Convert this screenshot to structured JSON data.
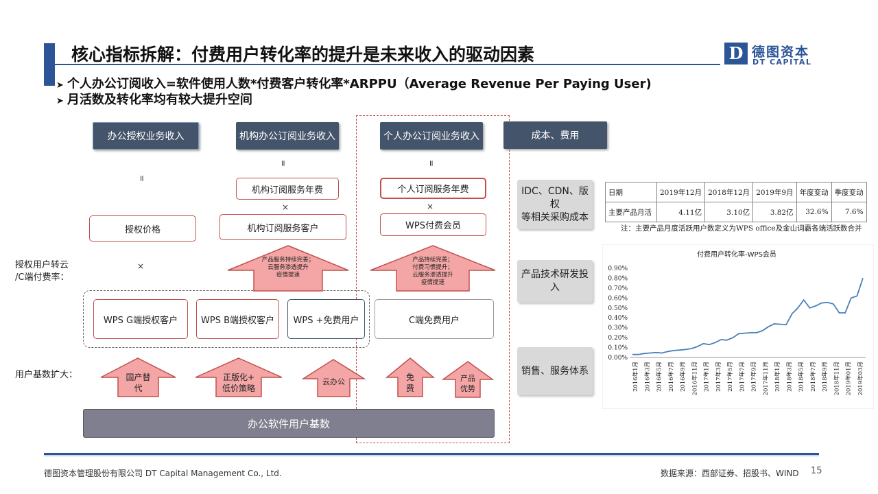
{
  "header": {
    "title": "核心指标拆解：付费用户转化率的提升是未来收入的驱动因素",
    "logo_mark": "D",
    "logo_cn": "德图资本",
    "logo_en": "DT CAPITAL"
  },
  "bullets": [
    "个人办公订阅收入=软件使用人数*付费客户转化率*ARPPU（Average Revenue Per Paying User)",
    "月活数及转化率均有较大提升空间"
  ],
  "diagram": {
    "headers": [
      "办公授权业务收入",
      "机构办公订阅业务收入",
      "个人办公订阅业务收入",
      "成本、费用"
    ],
    "eq": "=",
    "times": "×",
    "org_fee": "机构订阅服务年费",
    "personal_fee": "个人订阅服务年费",
    "license_price": "授权价格",
    "org_customers": "机构订阅服务客户",
    "wps_member": "WPS付费会员",
    "left_label_conv": "授权用户转云\n/C端付费率：",
    "left_label_base": "用户基数扩大：",
    "big_arrow_org": "产品服务持续完善；\n云服务渗透提升\n疫情提速",
    "big_arrow_personal": "产品持续完善；\n付费习惯提升；\n云服务渗透提升\n疫情提速",
    "user_boxes": [
      "WPS G端授权客户",
      "WPS B端授权客户",
      "WPS +免费用户",
      "C端免费用户"
    ],
    "small_arrows": [
      "国产替\n代",
      "正版化+\n低价策略",
      "云办公",
      "免\n费",
      "产品\n优势"
    ],
    "base_bar": "办公软件用户基数",
    "cost_items": [
      "IDC、CDN、版权\n等相关采购成本",
      "产品技术研发投入",
      "销售、服务体系"
    ]
  },
  "table": {
    "headers": [
      "日期",
      "2019年12月",
      "2018年12月",
      "2019年9月",
      "年度变动",
      "季度变动"
    ],
    "row": [
      "主要产品月活",
      "4.11亿",
      "3.10亿",
      "3.82亿",
      "32.6%",
      "7.6%"
    ],
    "note": "注：主要产品月度活跃用户数定义为WPS office及金山词霸各端活跃数合并"
  },
  "chart_data": {
    "type": "line",
    "title": "付费用户转化率-WPS会员",
    "xlabel": "",
    "ylabel": "",
    "ylim": [
      0,
      0.9
    ],
    "yticks": [
      "0.00%",
      "0.10%",
      "0.20%",
      "0.30%",
      "0.40%",
      "0.50%",
      "0.60%",
      "0.70%",
      "0.80%",
      "0.90%"
    ],
    "xtick_labels": [
      "2016年1月",
      "2016年3月",
      "2016年5月",
      "2016年7月",
      "2016年9月",
      "2016年11月",
      "2017年1月",
      "2017年3月",
      "2017年5月",
      "2017年7月",
      "2017年9月",
      "2017年11月",
      "2018年1月",
      "2018年3月",
      "2018年5月",
      "2018年7月",
      "2018年9月",
      "2018年11月",
      "2019年01月",
      "2019年03月"
    ],
    "line_color": "#4a7ebb",
    "grid": false,
    "series": [
      {
        "values": [
          0.03,
          0.03,
          0.04,
          0.045,
          0.05,
          0.045,
          0.06,
          0.07,
          0.075,
          0.08,
          0.09,
          0.11,
          0.14,
          0.13,
          0.15,
          0.18,
          0.175,
          0.2,
          0.24,
          0.245,
          0.25,
          0.25,
          0.27,
          0.31,
          0.34,
          0.335,
          0.33,
          0.44,
          0.5,
          0.58,
          0.5,
          0.52,
          0.55,
          0.555,
          0.54,
          0.45,
          0.45,
          0.6,
          0.62,
          0.8
        ]
      }
    ]
  },
  "footer": {
    "company": "德图资本管理股份有限公司  DT Capital  Management  Co., Ltd.",
    "source": "数据来源：西部证券、招股书、WIND",
    "page": "15"
  }
}
